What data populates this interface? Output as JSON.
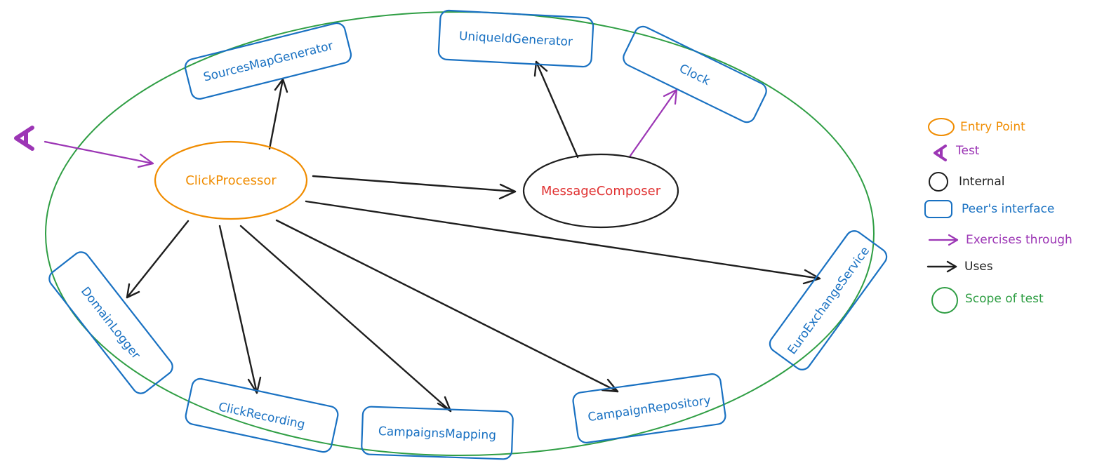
{
  "diagram": {
    "nodes": {
      "entry_point": {
        "label": "ClickProcessor",
        "kind": "entry-point"
      },
      "internal": {
        "label": "MessageComposer",
        "kind": "internal"
      },
      "peers": {
        "sources_map_generator": "SourcesMapGenerator",
        "unique_id_generator": "UniqueIdGenerator",
        "clock": "Clock",
        "euro_exchange_service": "EuroExchangeService",
        "domain_logger": "DomainLogger",
        "click_recording": "ClickRecording",
        "campaigns_mapping": "CampaignsMapping",
        "campaign_repository": "CampaignRepository"
      }
    },
    "edges": [
      {
        "from": "Test",
        "to": "ClickProcessor",
        "type": "exercises-through"
      },
      {
        "from": "ClickProcessor",
        "to": "SourcesMapGenerator",
        "type": "uses"
      },
      {
        "from": "ClickProcessor",
        "to": "MessageComposer",
        "type": "uses"
      },
      {
        "from": "ClickProcessor",
        "to": "EuroExchangeService",
        "type": "uses"
      },
      {
        "from": "ClickProcessor",
        "to": "DomainLogger",
        "type": "uses"
      },
      {
        "from": "ClickProcessor",
        "to": "ClickRecording",
        "type": "uses"
      },
      {
        "from": "ClickProcessor",
        "to": "CampaignsMapping",
        "type": "uses"
      },
      {
        "from": "ClickProcessor",
        "to": "CampaignRepository",
        "type": "uses"
      },
      {
        "from": "MessageComposer",
        "to": "UniqueIdGenerator",
        "type": "uses"
      },
      {
        "from": "MessageComposer",
        "to": "Clock",
        "type": "exercises-through"
      }
    ]
  },
  "legend": {
    "entry_point": "Entry Point",
    "test": "Test",
    "internal": "Internal",
    "peer_interface": "Peer's interface",
    "exercises_through": "Exercises through",
    "uses": "Uses",
    "scope_of_test": "Scope of test"
  },
  "colors": {
    "peer": "#1971c2",
    "entry_point": "#f08c00",
    "internal_text": "#e03131",
    "internal_stroke": "#1e1e1e",
    "exercises": "#9c36b5",
    "uses": "#1e1e1e",
    "scope": "#2f9e44"
  },
  "icons": {
    "test": "test-glyph-icon",
    "entry_point": "orange-circle-icon",
    "internal": "black-circle-icon",
    "peer": "blue-rounded-rect-icon",
    "exercises": "purple-arrow-icon",
    "uses": "black-arrow-icon",
    "scope": "green-circle-icon"
  }
}
